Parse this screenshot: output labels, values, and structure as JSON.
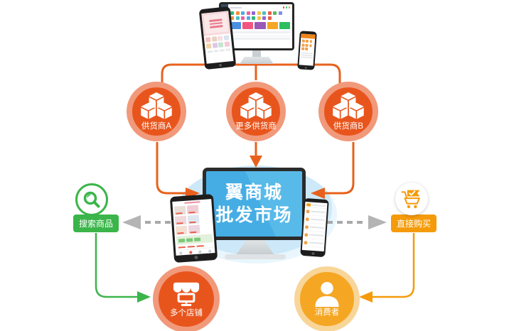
{
  "colors": {
    "orange": "#E8551C",
    "orange-ring": "#F1997B",
    "line-orange": "#E8611C",
    "amber": "#F5A623",
    "amber-ring": "#F8D598",
    "btn-orange": "#F59B0B",
    "green": "#3BB54A",
    "screen-blue": "#45ADE4",
    "screen-blue-light": "#58BAE9",
    "hub-blue": "#CDE8F8",
    "hub-blue-light": "#E9F6FD",
    "dash-gray": "#A8A8A8",
    "arrow-gray": "#B4B4B4"
  },
  "nodes": {
    "supplier_a": {
      "label": "供货商A",
      "icon": "cubes-icon"
    },
    "supplier_more": {
      "label": "更多供货商",
      "icon": "cubes-icon"
    },
    "supplier_b": {
      "label": "供货商B",
      "icon": "cubes-icon"
    },
    "hub": {
      "line1": "翼商城",
      "line2": "批发市场"
    },
    "search": {
      "label": "搜索商品",
      "icon": "search-icon"
    },
    "buy": {
      "label": "直接购买",
      "icon": "cart-icon"
    },
    "stores": {
      "label": "多个店铺",
      "icon": "storefront-icon"
    },
    "consumer": {
      "label": "消费者",
      "icon": "person-icon"
    }
  }
}
